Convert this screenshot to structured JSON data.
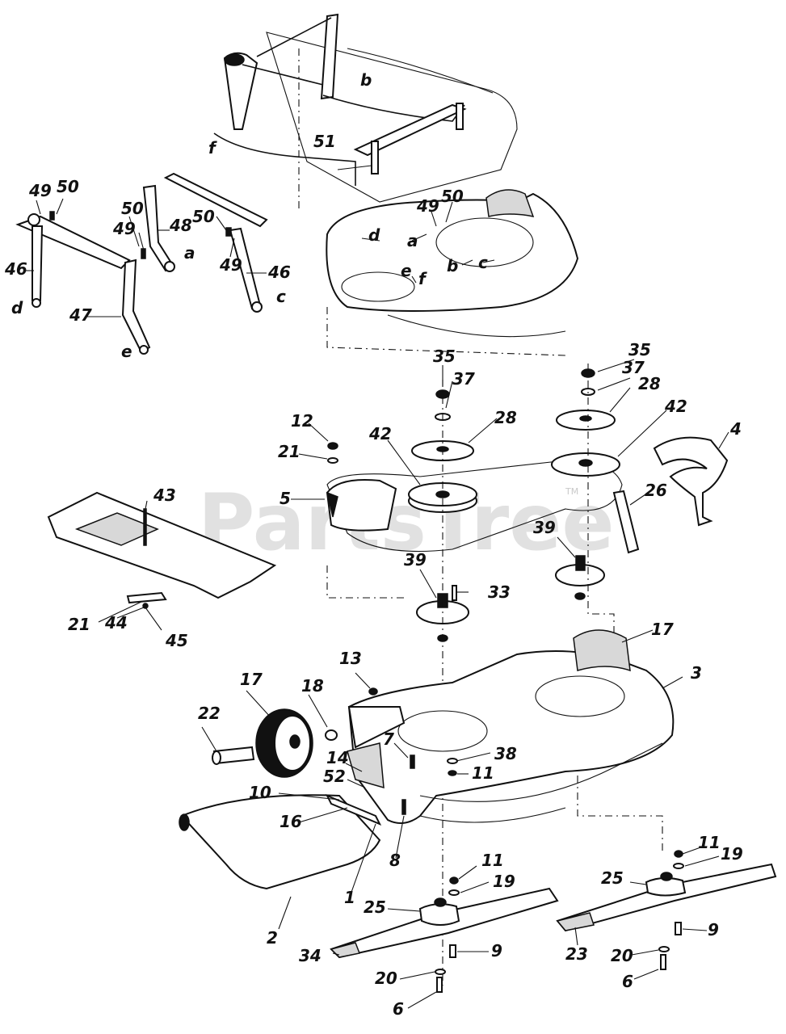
{
  "watermark": {
    "text": "PartsTree",
    "trademark": "TM"
  },
  "labels": {
    "p1": "1",
    "p2": "2",
    "p3": "3",
    "p4": "4",
    "p5": "5",
    "p6a": "6",
    "p6b": "6",
    "p7": "7",
    "p8": "8",
    "p9a": "9",
    "p9b": "9",
    "p10": "10",
    "p11a": "11",
    "p11b": "11",
    "p11c": "11",
    "p12": "12",
    "p13": "13",
    "p14": "14",
    "p16": "16",
    "p17a": "17",
    "p17b": "17",
    "p18": "18",
    "p19a": "19",
    "p19b": "19",
    "p20a": "20",
    "p20b": "20",
    "p21a": "21",
    "p21b": "21",
    "p22": "22",
    "p23": "23",
    "p25a": "25",
    "p25b": "25",
    "p26": "26",
    "p28a": "28",
    "p28b": "28",
    "p33": "33",
    "p34": "34",
    "p35a": "35",
    "p35b": "35",
    "p37a": "37",
    "p37b": "37",
    "p38": "38",
    "p39a": "39",
    "p39b": "39",
    "p42a": "42",
    "p42b": "42",
    "p43": "43",
    "p44": "44",
    "p45": "45",
    "p46a": "46",
    "p46b": "46",
    "p47": "47",
    "p48": "48",
    "p49a": "49",
    "p49b": "49",
    "p49c": "49",
    "p49d": "49",
    "p50a": "50",
    "p50b": "50",
    "p50c": "50",
    "p50d": "50",
    "p51": "51",
    "p52": "52",
    "la_1": "a",
    "la_2": "a",
    "lb_1": "b",
    "lb_2": "b",
    "lc_1": "c",
    "lc_2": "c",
    "ld_1": "d",
    "ld_2": "d",
    "le_1": "e",
    "le_2": "e",
    "lf_1": "f",
    "lf_2": "f"
  }
}
